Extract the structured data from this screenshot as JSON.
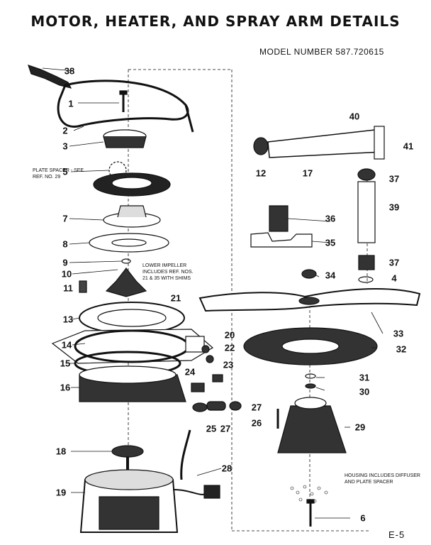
{
  "title": "MOTOR, HEATER, AND SPRAY ARM DETAILS",
  "model_number": "MODEL NUMBER 587.720615",
  "page_label": "E-5",
  "notes": {
    "plate_spacer": [
      "PLATE SPACER - SEE",
      "REF. NO. 29"
    ],
    "lower_impeller": [
      "LOWER IMPELLER",
      "INCLUDES REF. NOS.",
      "21 & 35 WITH SHIMS"
    ],
    "housing": [
      "HOUSING INCLUDES DIFFUSER",
      "AND PLATE SPACER"
    ]
  },
  "callouts": [
    {
      "id": "38",
      "text": "38"
    },
    {
      "id": "1",
      "text": "1"
    },
    {
      "id": "2",
      "text": "2"
    },
    {
      "id": "3",
      "text": "3"
    },
    {
      "id": "5",
      "text": "5"
    },
    {
      "id": "7",
      "text": "7"
    },
    {
      "id": "8",
      "text": "8"
    },
    {
      "id": "9",
      "text": "9"
    },
    {
      "id": "10",
      "text": "10"
    },
    {
      "id": "11",
      "text": "11"
    },
    {
      "id": "21",
      "text": "21"
    },
    {
      "id": "13",
      "text": "13"
    },
    {
      "id": "14",
      "text": "14"
    },
    {
      "id": "15",
      "text": "15"
    },
    {
      "id": "16",
      "text": "16"
    },
    {
      "id": "20",
      "text": "20"
    },
    {
      "id": "22",
      "text": "22"
    },
    {
      "id": "23",
      "text": "23"
    },
    {
      "id": "24",
      "text": "24"
    },
    {
      "id": "25",
      "text": "25"
    },
    {
      "id": "27",
      "text": "27"
    },
    {
      "id": "27b",
      "text": "27"
    },
    {
      "id": "26",
      "text": "26"
    },
    {
      "id": "29",
      "text": "29"
    },
    {
      "id": "18",
      "text": "18"
    },
    {
      "id": "19",
      "text": "19"
    },
    {
      "id": "28",
      "text": "28"
    },
    {
      "id": "6",
      "text": "6"
    },
    {
      "id": "40",
      "text": "40"
    },
    {
      "id": "41",
      "text": "41"
    },
    {
      "id": "12",
      "text": "12"
    },
    {
      "id": "17",
      "text": "17"
    },
    {
      "id": "37",
      "text": "37"
    },
    {
      "id": "39",
      "text": "39"
    },
    {
      "id": "36",
      "text": "36"
    },
    {
      "id": "35",
      "text": "35"
    },
    {
      "id": "37b",
      "text": "37"
    },
    {
      "id": "34",
      "text": "34"
    },
    {
      "id": "4",
      "text": "4"
    },
    {
      "id": "33",
      "text": "33"
    },
    {
      "id": "32",
      "text": "32"
    },
    {
      "id": "31",
      "text": "31"
    },
    {
      "id": "30",
      "text": "30"
    }
  ]
}
